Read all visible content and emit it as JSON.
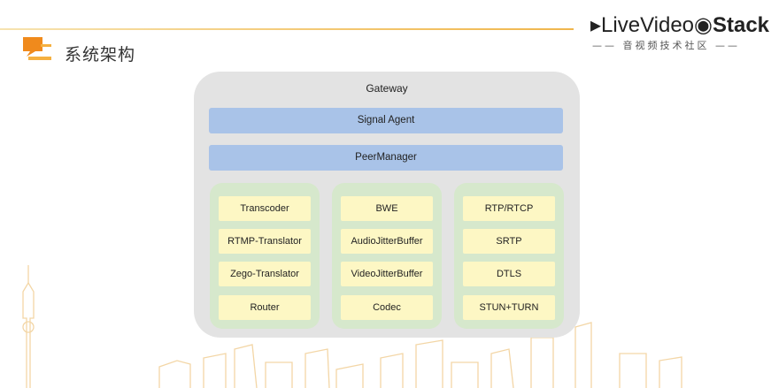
{
  "header": {
    "title": "系统架构"
  },
  "logo": {
    "part1": "Live",
    "part2": "Video",
    "part3": "Stack",
    "subtitle": "音视频技术社区"
  },
  "diagram": {
    "gateway": "Gateway",
    "signal_agent": "Signal Agent",
    "peer_manager": "PeerManager",
    "columns": [
      {
        "modules": [
          "Transcoder",
          "RTMP-Translator",
          "Zego-Translator",
          "Router"
        ]
      },
      {
        "modules": [
          "BWE",
          "AudioJitterBuffer",
          "VideoJitterBuffer",
          "Codec"
        ]
      },
      {
        "modules": [
          "RTP/RTCP",
          "SRTP",
          "DTLS",
          "STUN+TURN"
        ]
      }
    ]
  },
  "colors": {
    "gateway_bg": "#e3e3e3",
    "bar_blue": "#a9c3e8",
    "column_green": "#d6e8cc",
    "module_yellow": "#fdf7c4",
    "accent_orange": "#f0a020"
  }
}
